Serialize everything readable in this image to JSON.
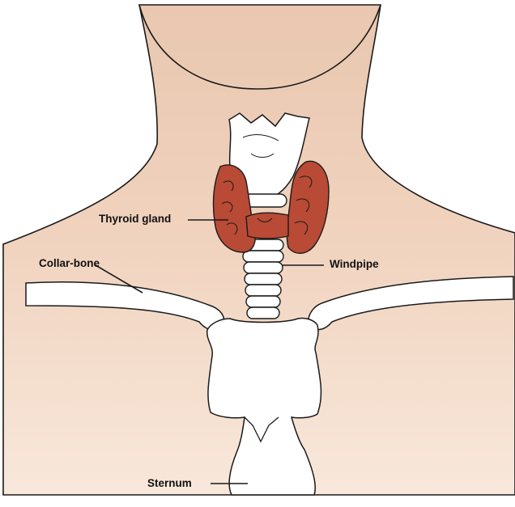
{
  "labels": {
    "thyroid": "Thyroid gland",
    "collarbone": "Collar-bone",
    "windpipe": "Windpipe",
    "sternum": "Sternum"
  },
  "colors": {
    "skin_light": "#f7e6d8",
    "skin_dark": "#ecc8ae",
    "bone": "#ffffff",
    "outline": "#1a1a1a",
    "thyroid": "#b84a36"
  }
}
